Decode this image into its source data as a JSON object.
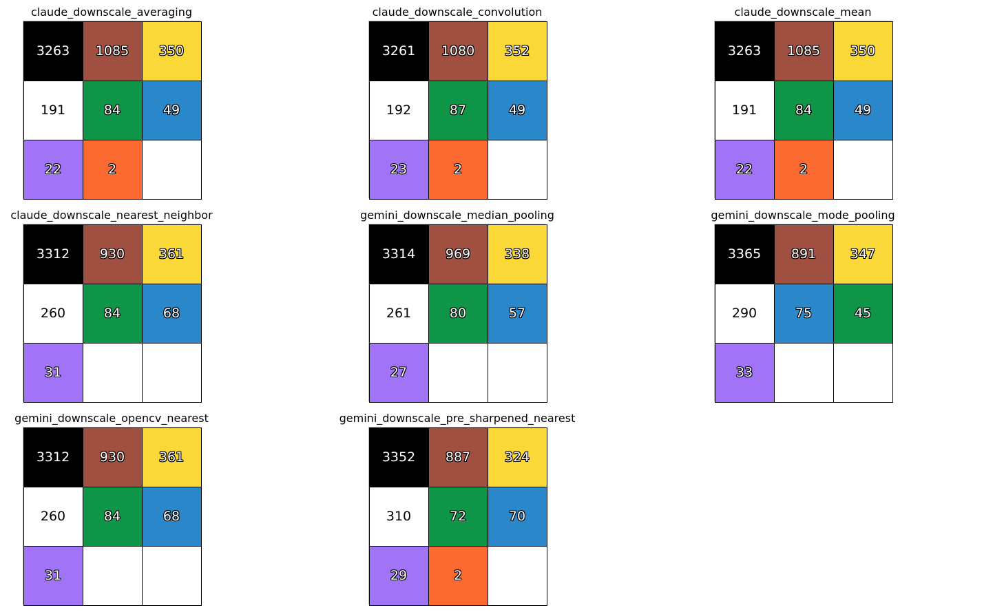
{
  "colors": {
    "black": "#000000",
    "brown": "#a05040",
    "yellow": "#f9d838",
    "white": "#ffffff",
    "green": "#0f9547",
    "blue": "#2a87c9",
    "purple": "#a073f7",
    "orange": "#fb6a31",
    "empty": "#ffffff"
  },
  "chart_data": [
    {
      "type": "table",
      "title": "claude_downscale_averaging",
      "cells": [
        {
          "color": "black",
          "value": "3263"
        },
        {
          "color": "brown",
          "value": "1085"
        },
        {
          "color": "yellow",
          "value": "350"
        },
        {
          "color": "white",
          "value": "191"
        },
        {
          "color": "green",
          "value": "84"
        },
        {
          "color": "blue",
          "value": "49"
        },
        {
          "color": "purple",
          "value": "22"
        },
        {
          "color": "orange",
          "value": "2"
        },
        {
          "color": "empty",
          "value": ""
        }
      ]
    },
    {
      "type": "table",
      "title": "claude_downscale_convolution",
      "cells": [
        {
          "color": "black",
          "value": "3261"
        },
        {
          "color": "brown",
          "value": "1080"
        },
        {
          "color": "yellow",
          "value": "352"
        },
        {
          "color": "white",
          "value": "192"
        },
        {
          "color": "green",
          "value": "87"
        },
        {
          "color": "blue",
          "value": "49"
        },
        {
          "color": "purple",
          "value": "23"
        },
        {
          "color": "orange",
          "value": "2"
        },
        {
          "color": "empty",
          "value": ""
        }
      ]
    },
    {
      "type": "table",
      "title": "claude_downscale_mean",
      "cells": [
        {
          "color": "black",
          "value": "3263"
        },
        {
          "color": "brown",
          "value": "1085"
        },
        {
          "color": "yellow",
          "value": "350"
        },
        {
          "color": "white",
          "value": "191"
        },
        {
          "color": "green",
          "value": "84"
        },
        {
          "color": "blue",
          "value": "49"
        },
        {
          "color": "purple",
          "value": "22"
        },
        {
          "color": "orange",
          "value": "2"
        },
        {
          "color": "empty",
          "value": ""
        }
      ]
    },
    {
      "type": "table",
      "title": "claude_downscale_nearest_neighbor",
      "cells": [
        {
          "color": "black",
          "value": "3312"
        },
        {
          "color": "brown",
          "value": "930"
        },
        {
          "color": "yellow",
          "value": "361"
        },
        {
          "color": "white",
          "value": "260"
        },
        {
          "color": "green",
          "value": "84"
        },
        {
          "color": "blue",
          "value": "68"
        },
        {
          "color": "purple",
          "value": "31"
        },
        {
          "color": "empty",
          "value": ""
        },
        {
          "color": "empty",
          "value": ""
        }
      ]
    },
    {
      "type": "table",
      "title": "gemini_downscale_median_pooling",
      "cells": [
        {
          "color": "black",
          "value": "3314"
        },
        {
          "color": "brown",
          "value": "969"
        },
        {
          "color": "yellow",
          "value": "338"
        },
        {
          "color": "white",
          "value": "261"
        },
        {
          "color": "green",
          "value": "80"
        },
        {
          "color": "blue",
          "value": "57"
        },
        {
          "color": "purple",
          "value": "27"
        },
        {
          "color": "empty",
          "value": ""
        },
        {
          "color": "empty",
          "value": ""
        }
      ]
    },
    {
      "type": "table",
      "title": "gemini_downscale_mode_pooling",
      "cells": [
        {
          "color": "black",
          "value": "3365"
        },
        {
          "color": "brown",
          "value": "891"
        },
        {
          "color": "yellow",
          "value": "347"
        },
        {
          "color": "white",
          "value": "290"
        },
        {
          "color": "blue",
          "value": "75"
        },
        {
          "color": "green",
          "value": "45"
        },
        {
          "color": "purple",
          "value": "33"
        },
        {
          "color": "empty",
          "value": ""
        },
        {
          "color": "empty",
          "value": ""
        }
      ]
    },
    {
      "type": "table",
      "title": "gemini_downscale_opencv_nearest",
      "cells": [
        {
          "color": "black",
          "value": "3312"
        },
        {
          "color": "brown",
          "value": "930"
        },
        {
          "color": "yellow",
          "value": "361"
        },
        {
          "color": "white",
          "value": "260"
        },
        {
          "color": "green",
          "value": "84"
        },
        {
          "color": "blue",
          "value": "68"
        },
        {
          "color": "purple",
          "value": "31"
        },
        {
          "color": "empty",
          "value": ""
        },
        {
          "color": "empty",
          "value": ""
        }
      ]
    },
    {
      "type": "table",
      "title": "gemini_downscale_pre_sharpened_nearest",
      "cells": [
        {
          "color": "black",
          "value": "3352"
        },
        {
          "color": "brown",
          "value": "887"
        },
        {
          "color": "yellow",
          "value": "324"
        },
        {
          "color": "white",
          "value": "310"
        },
        {
          "color": "green",
          "value": "72"
        },
        {
          "color": "blue",
          "value": "70"
        },
        {
          "color": "purple",
          "value": "29"
        },
        {
          "color": "orange",
          "value": "2"
        },
        {
          "color": "empty",
          "value": ""
        }
      ]
    }
  ]
}
